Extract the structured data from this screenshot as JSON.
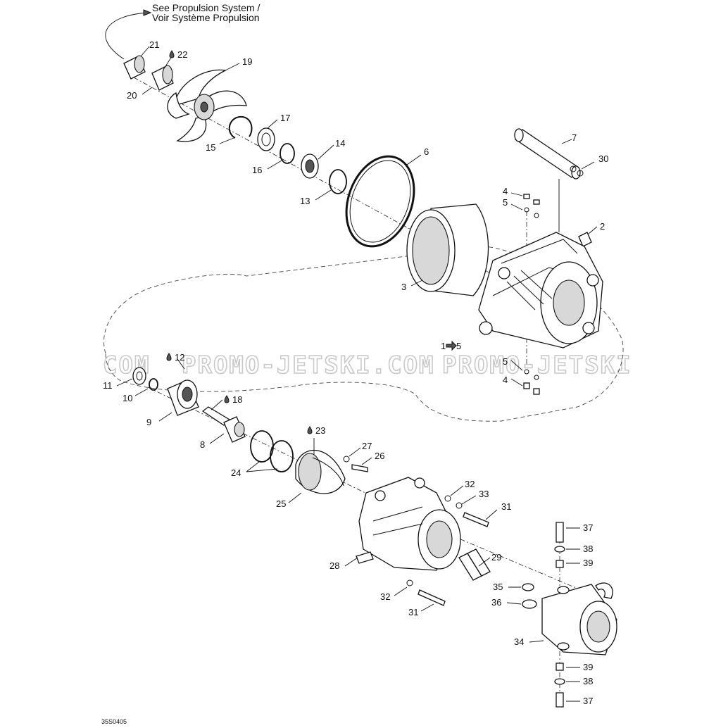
{
  "reference_note": {
    "line1": "See Propulsion System /",
    "line2": "Voir Système Propulsion"
  },
  "watermark": {
    "left": "COM",
    "middle": "PROMO-JETSKI.COM",
    "right": "PROMO-JETSKI"
  },
  "diagram_code": "35S0405",
  "icons": {
    "lubricant_marker": "oil-drop-icon",
    "arrow": "arrow-right-icon"
  },
  "callouts": {
    "c21": "21",
    "c22": "22",
    "c19": "19",
    "c20": "20",
    "c17": "17",
    "c15": "15",
    "c14": "14",
    "c16": "16",
    "c6": "6",
    "c13": "13",
    "c7": "7",
    "c30": "30",
    "c4a": "4",
    "c5a": "5",
    "c2": "2",
    "c3": "3",
    "c1to5_start": "1",
    "c1to5_end": "5",
    "c5b": "5",
    "c4b": "4",
    "c12": "12",
    "c11": "11",
    "c10": "10",
    "c18": "18",
    "c9": "9",
    "c8": "8",
    "c23": "23",
    "c27": "27",
    "c26": "26",
    "c24": "24",
    "c25": "25",
    "c32a": "32",
    "c33": "33",
    "c31a": "31",
    "c28": "28",
    "c29": "29",
    "c32b": "32",
    "c31b": "31",
    "c37a": "37",
    "c38a": "38",
    "c39a": "39",
    "c35": "35",
    "c36": "36",
    "c34": "34",
    "c39b": "39",
    "c38b": "38",
    "c37b": "37"
  }
}
